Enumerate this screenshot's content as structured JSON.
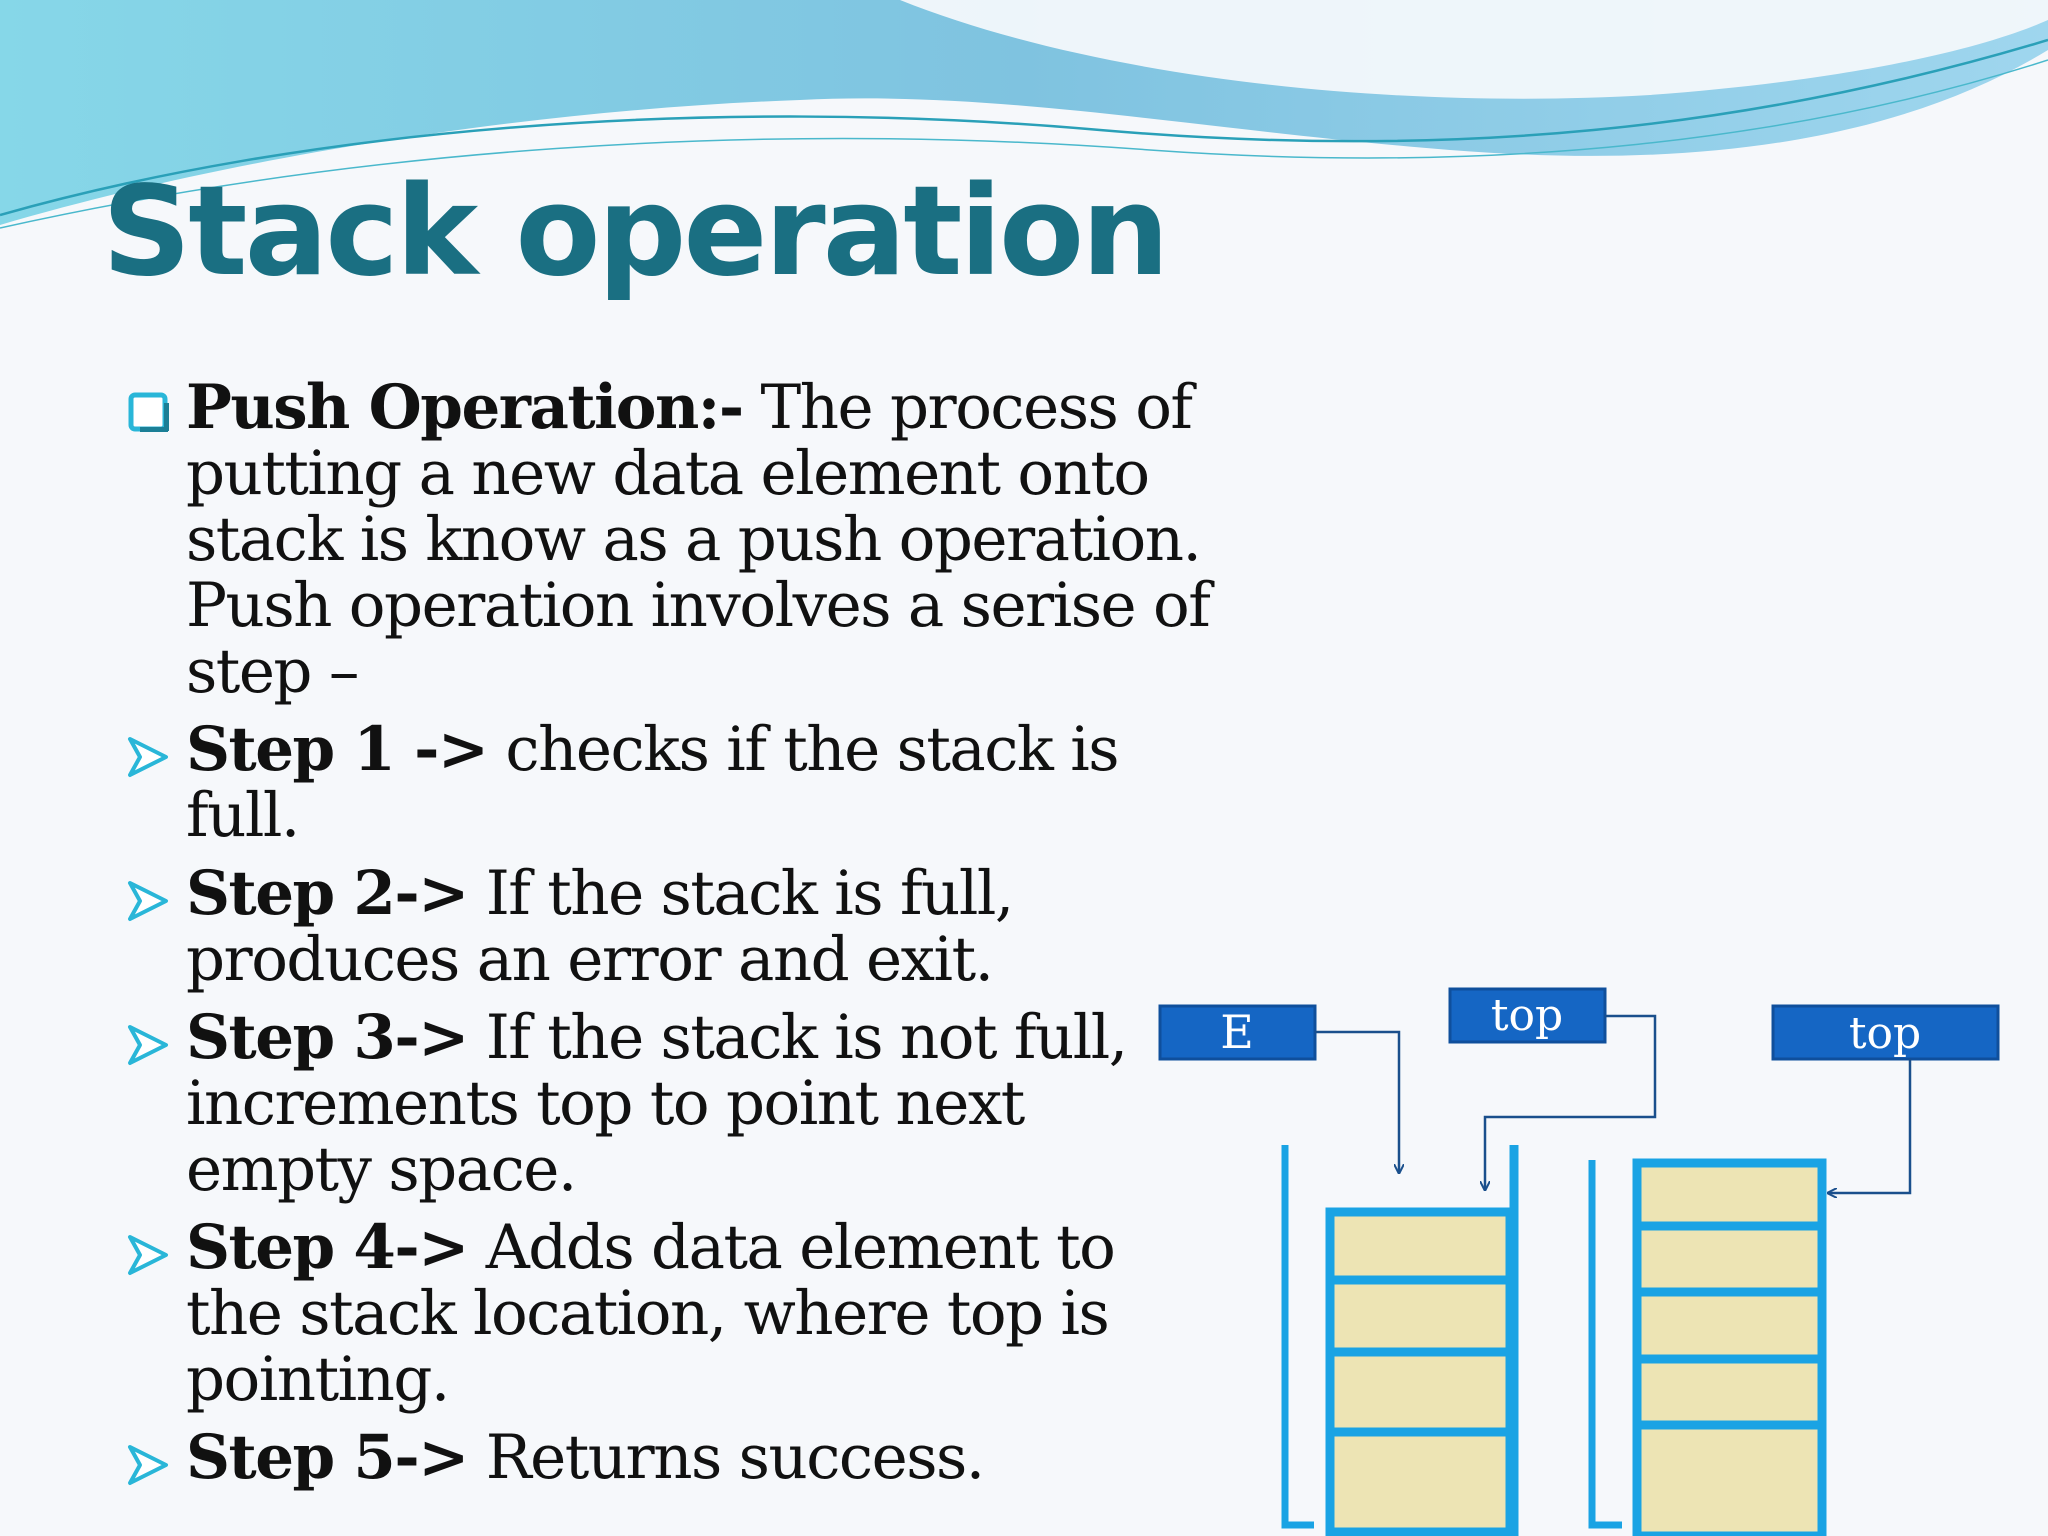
{
  "slide": {
    "title": "Stack operation",
    "colors": {
      "title": "#1a6f82",
      "bullet": "#29b6d8",
      "stack_border": "#1aa3e4",
      "stack_fill": "#ede4b4",
      "label_box": "#1566c4",
      "arrow": "#1a4f8c"
    }
  },
  "push": {
    "heading": "Push Operation:-",
    "description": " The process of putting a new data element onto stack is know as a push operation. Push operation involves a serise of step –"
  },
  "steps": [
    {
      "label": " Step 1 ->",
      "text": " checks if the stack is full."
    },
    {
      "label": " Step 2->",
      "text": " If the stack is full, produces an error and exit."
    },
    {
      "label": "Step 3->",
      "text": " If the stack is not full, increments top to point next empty space."
    },
    {
      "label": "Step 4->",
      "text": " Adds data element to the stack location, where top is pointing."
    },
    {
      "label": "Step 5->",
      "text": " Returns success."
    }
  ],
  "diagram": {
    "element_label": "E",
    "top_label_1": "top",
    "top_label_2": "top"
  }
}
